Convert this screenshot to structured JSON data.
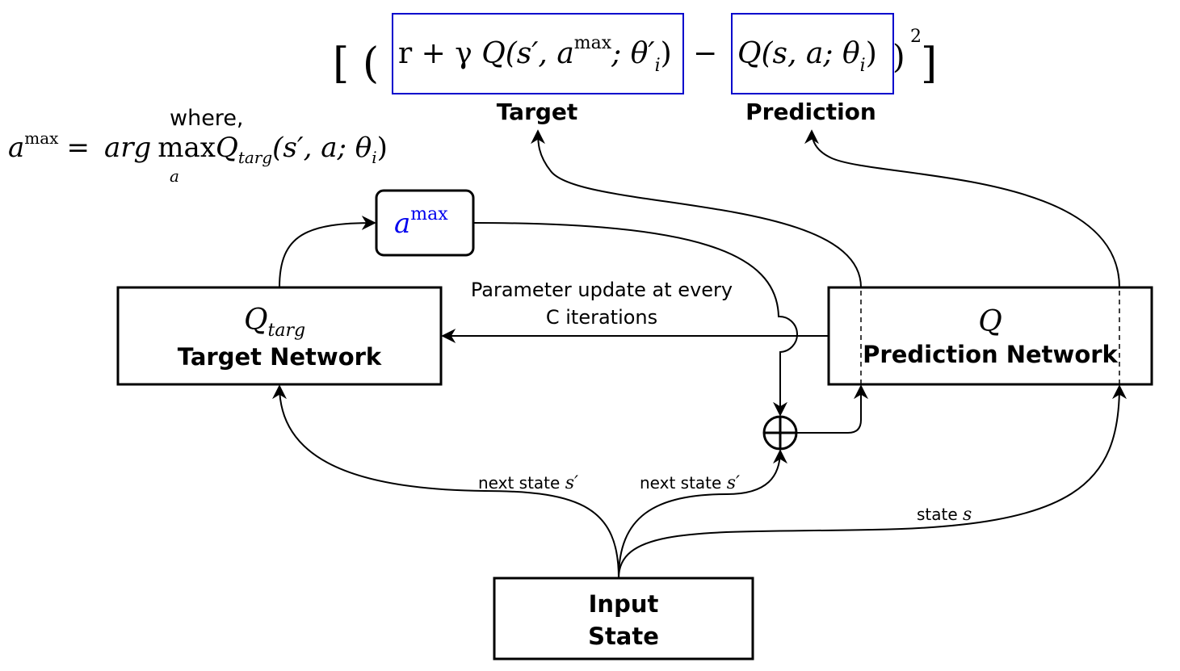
{
  "equation": {
    "open": "[ (",
    "target_expr": {
      "pre": "r + γ ",
      "q": "Q",
      "args_open": "(s′, a",
      "sup": "max",
      "args_close": "; θ′",
      "sub": "i",
      "close": ")"
    },
    "minus": "−",
    "prediction_expr": {
      "q": "Q",
      "args": "(s, a; θ",
      "sub": "i",
      "close": ")"
    },
    "close_paren": ")",
    "power": "2",
    "close_bracket": "]"
  },
  "labels": {
    "target": "Target",
    "prediction": "Prediction"
  },
  "where": {
    "word": "where,",
    "lhs": "a",
    "lhs_sup": "max",
    "eq": "=",
    "arg": "arg",
    "max": "max",
    "max_sub": "a",
    "rhs_q": "Q",
    "rhs_sub": "targ",
    "rhs_args": "(s′, a; θ",
    "rhs_args_sub": "i",
    "rhs_close": ")"
  },
  "amax_box": {
    "base": "a",
    "sup": "max"
  },
  "target_network": {
    "symbol": "Q",
    "symbol_sub": "targ",
    "label": "Target Network"
  },
  "prediction_network": {
    "symbol": "Q",
    "label": "Prediction Network"
  },
  "update_label": {
    "line1": "Parameter update at every",
    "line2": "C iterations"
  },
  "edge_labels": {
    "next_state_1": "next state ",
    "next_state_1_var": "s′",
    "next_state_2": "next state ",
    "next_state_2_var": "s′",
    "state": "state ",
    "state_var": "s"
  },
  "input_state": {
    "line1": "Input",
    "line2": "State"
  },
  "colors": {
    "highlight_box": "#0000cc",
    "amax_text": "#0000ee",
    "stroke": "#000000"
  }
}
